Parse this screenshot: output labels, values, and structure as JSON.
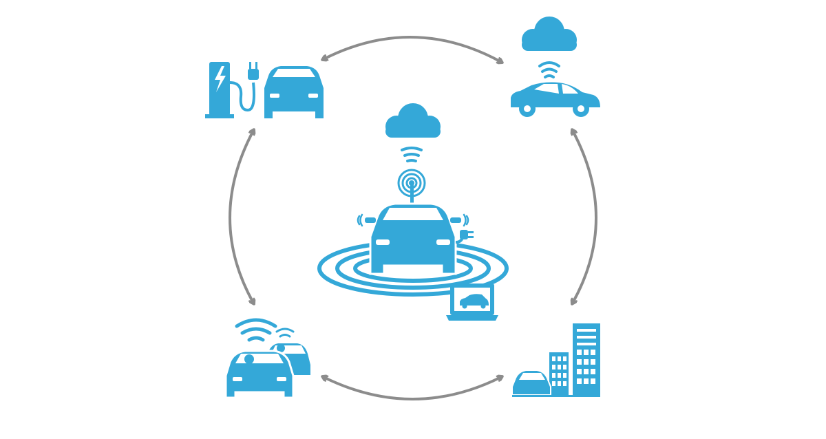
{
  "colors": {
    "blue": "#34A8D8",
    "gray": "#8C8C8C",
    "white": "#FFFFFF"
  },
  "nodes": [
    {
      "id": "ev-charging",
      "icon": "charging-station-car-icon"
    },
    {
      "id": "cloud-connected-car",
      "icon": "cloud-wifi-car-icon"
    },
    {
      "id": "vehicle-to-vehicle",
      "icon": "v2v-cars-wifi-icon"
    },
    {
      "id": "smart-city",
      "icon": "city-buildings-car-icon"
    }
  ],
  "center": {
    "icon": "connected-autonomous-car-icon"
  }
}
